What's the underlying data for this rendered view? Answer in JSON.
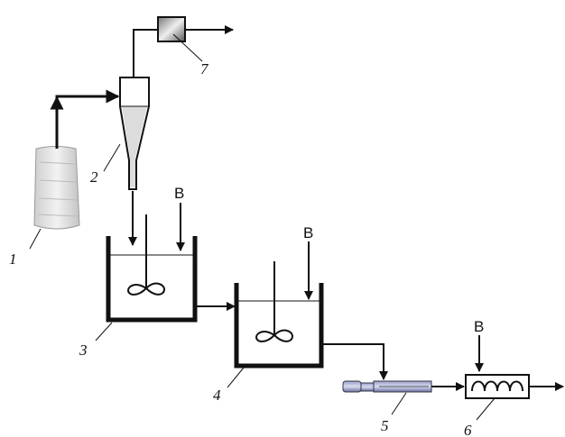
{
  "labels": {
    "bag": "1",
    "cyclone": "2",
    "tank_a": "3",
    "tank_b": "4",
    "pump": "5",
    "heater": "6",
    "filter": "7"
  },
  "inputs": {
    "water_tank_a": "B",
    "water_tank_b": "B",
    "water_heater": "B"
  }
}
